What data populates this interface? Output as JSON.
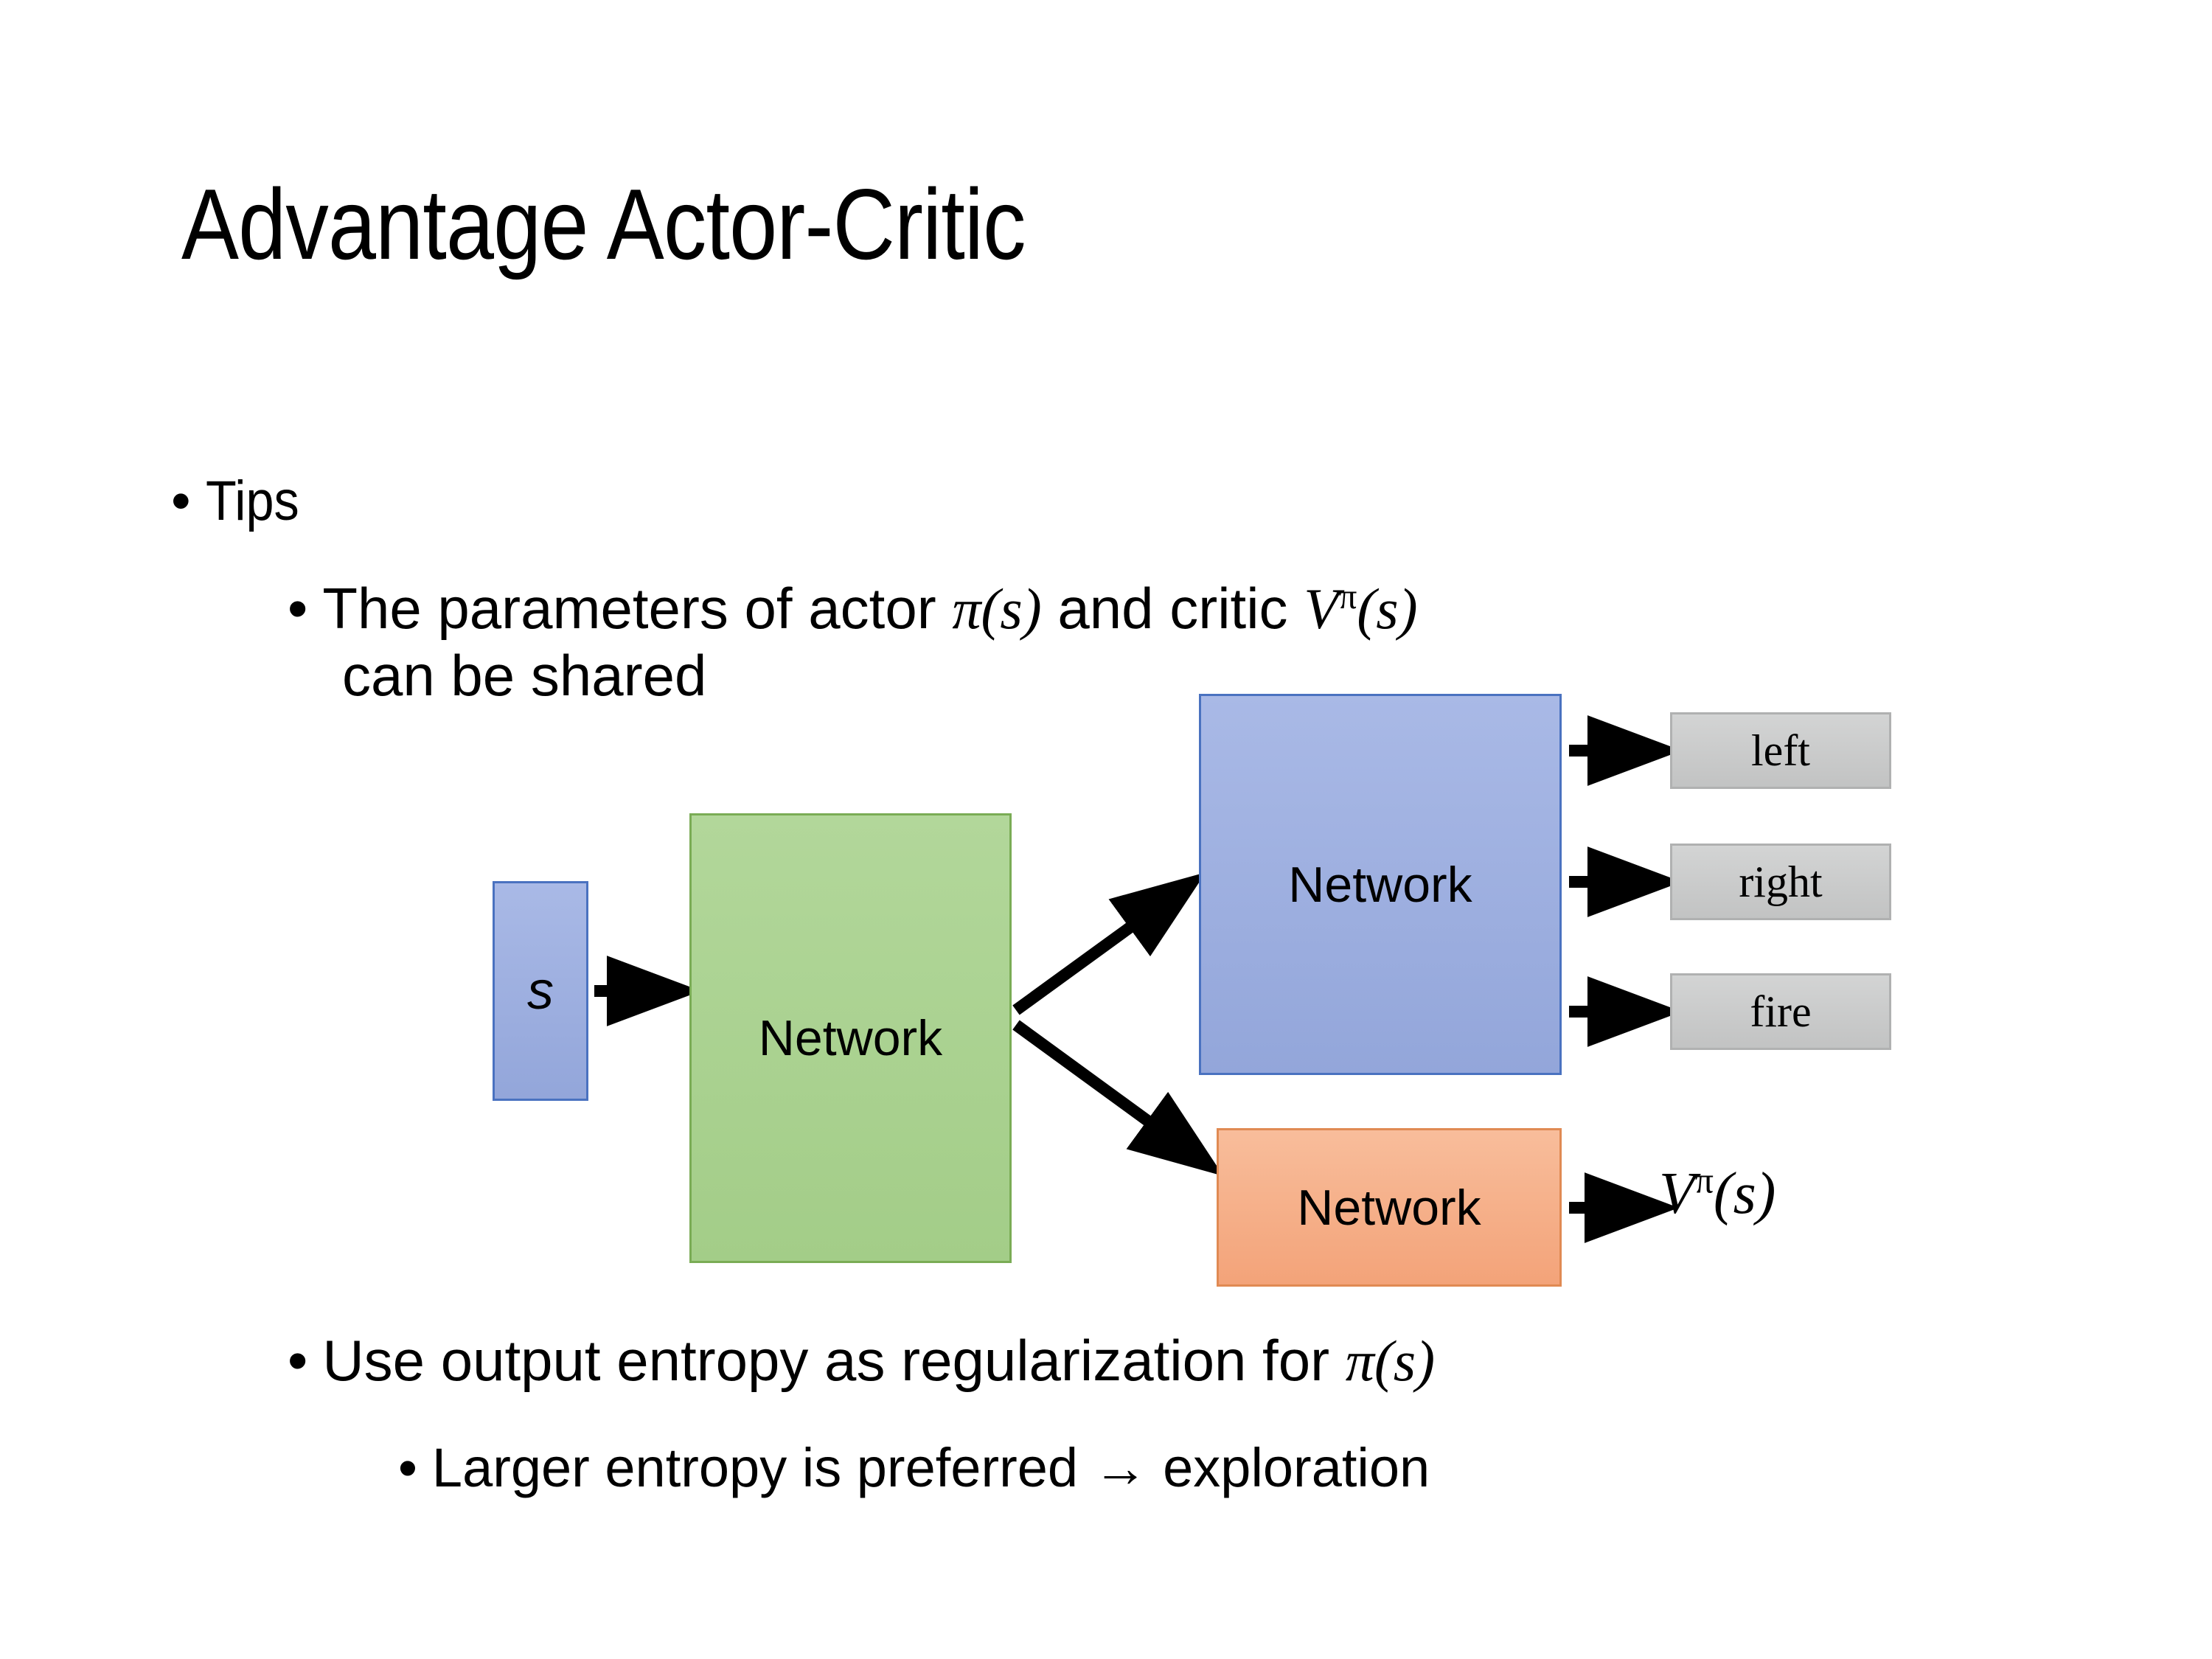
{
  "slide": {
    "title": "Advantage Actor-Critic",
    "background": "#ffffff"
  },
  "bullets": [
    {
      "level": 1,
      "marker": "•",
      "text": "Tips"
    },
    {
      "level": 2,
      "marker": "•",
      "line1_prefix": "The parameters of actor ",
      "math_actor": "π(s)",
      "line1_mid": "  and critic ",
      "math_critic_base": "V",
      "math_critic_sup": "π",
      "math_critic_arg": "(s)",
      "line2": "can be shared"
    },
    {
      "level": 2,
      "marker": "•",
      "prefix": "Use output entropy as regularization for ",
      "math": "π(s)"
    },
    {
      "level": 3,
      "marker": "•",
      "text": "Larger entropy is preferred → exploration"
    }
  ],
  "diagram": {
    "state_box": {
      "label": "s",
      "color": "#9aacde",
      "border": "#4a72c0"
    },
    "shared_network": {
      "label": "Network",
      "color": "#a8d08d",
      "border": "#7aac55"
    },
    "actor_network": {
      "label": "Network",
      "color": "#9aacde",
      "border": "#4a72c0"
    },
    "critic_network": {
      "label": "Network",
      "color": "#f5b08a",
      "border": "#e08a53"
    },
    "actions": [
      {
        "label": "left",
        "color": "#c9caca"
      },
      {
        "label": "right",
        "color": "#c9caca"
      },
      {
        "label": "fire",
        "color": "#c9caca"
      }
    ],
    "value_output": {
      "base": "V",
      "sup": "π",
      "arg": "(s)"
    }
  },
  "colors": {
    "blue": "#9aacde",
    "green": "#a8d08d",
    "orange": "#f5b08a",
    "gray": "#c9caca",
    "text": "#000000",
    "background": "#ffffff"
  }
}
